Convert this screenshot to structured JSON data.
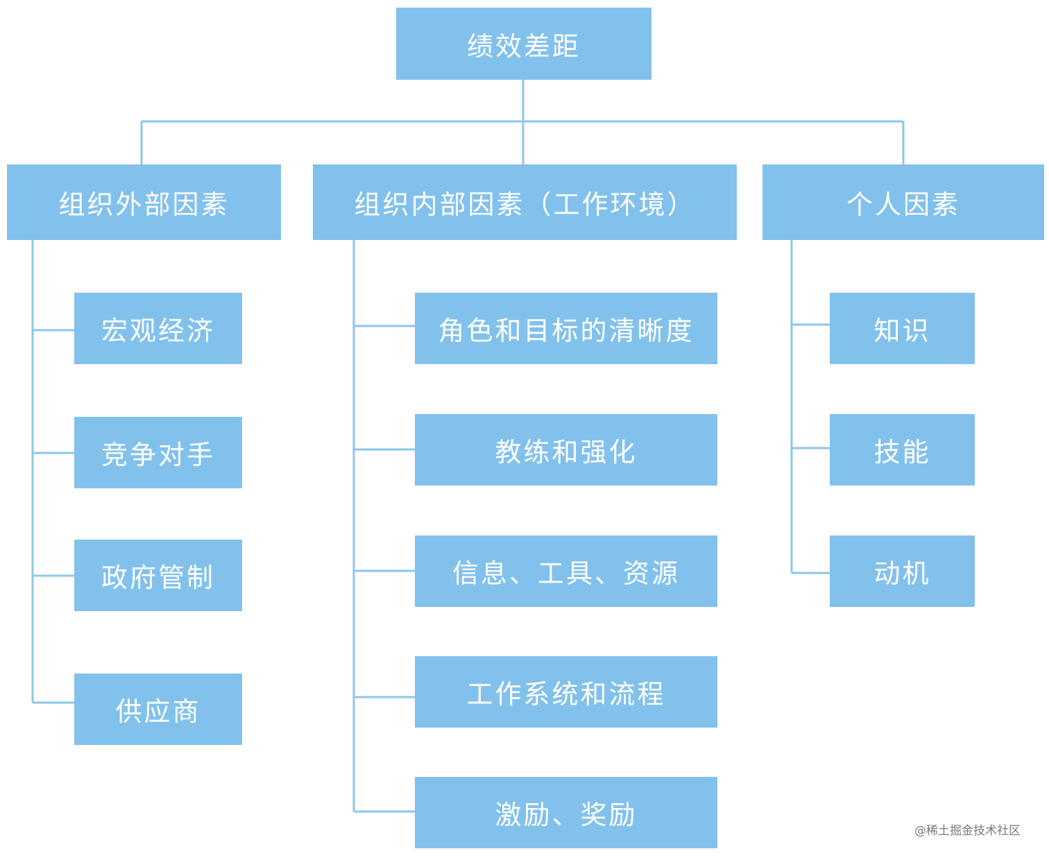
{
  "root": {
    "label": "绩效差距"
  },
  "categories": [
    {
      "label": "组织外部因素",
      "items": [
        "宏观经济",
        "竞争对手",
        "政府管制",
        "供应商"
      ]
    },
    {
      "label": "组织内部因素（工作环境）",
      "items": [
        "角色和目标的清晰度",
        "教练和强化",
        "信息、工具、资源",
        "工作系统和流程",
        "激励、奖励"
      ]
    },
    {
      "label": "个人因素",
      "items": [
        "知识",
        "技能",
        "动机"
      ]
    }
  ],
  "watermark": "@稀土掘金技术社区",
  "colors": {
    "box": "#82c1ec",
    "line": "#8cc6ea",
    "text": "#ffffff"
  }
}
